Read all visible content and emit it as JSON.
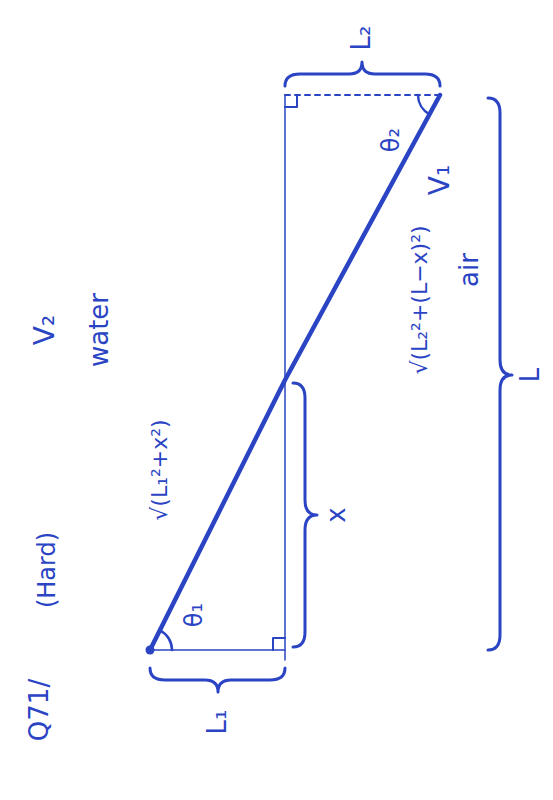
{
  "diagram": {
    "labels": [
      "Q71/",
      "(Hard)",
      "L₁",
      "θ₁",
      "√(L₁²+x²)",
      "x",
      "water",
      "V₂",
      "V₁",
      "air",
      "θ₂",
      "√(L₂²+(L−x)²)",
      "L",
      "L₂"
    ]
  }
}
